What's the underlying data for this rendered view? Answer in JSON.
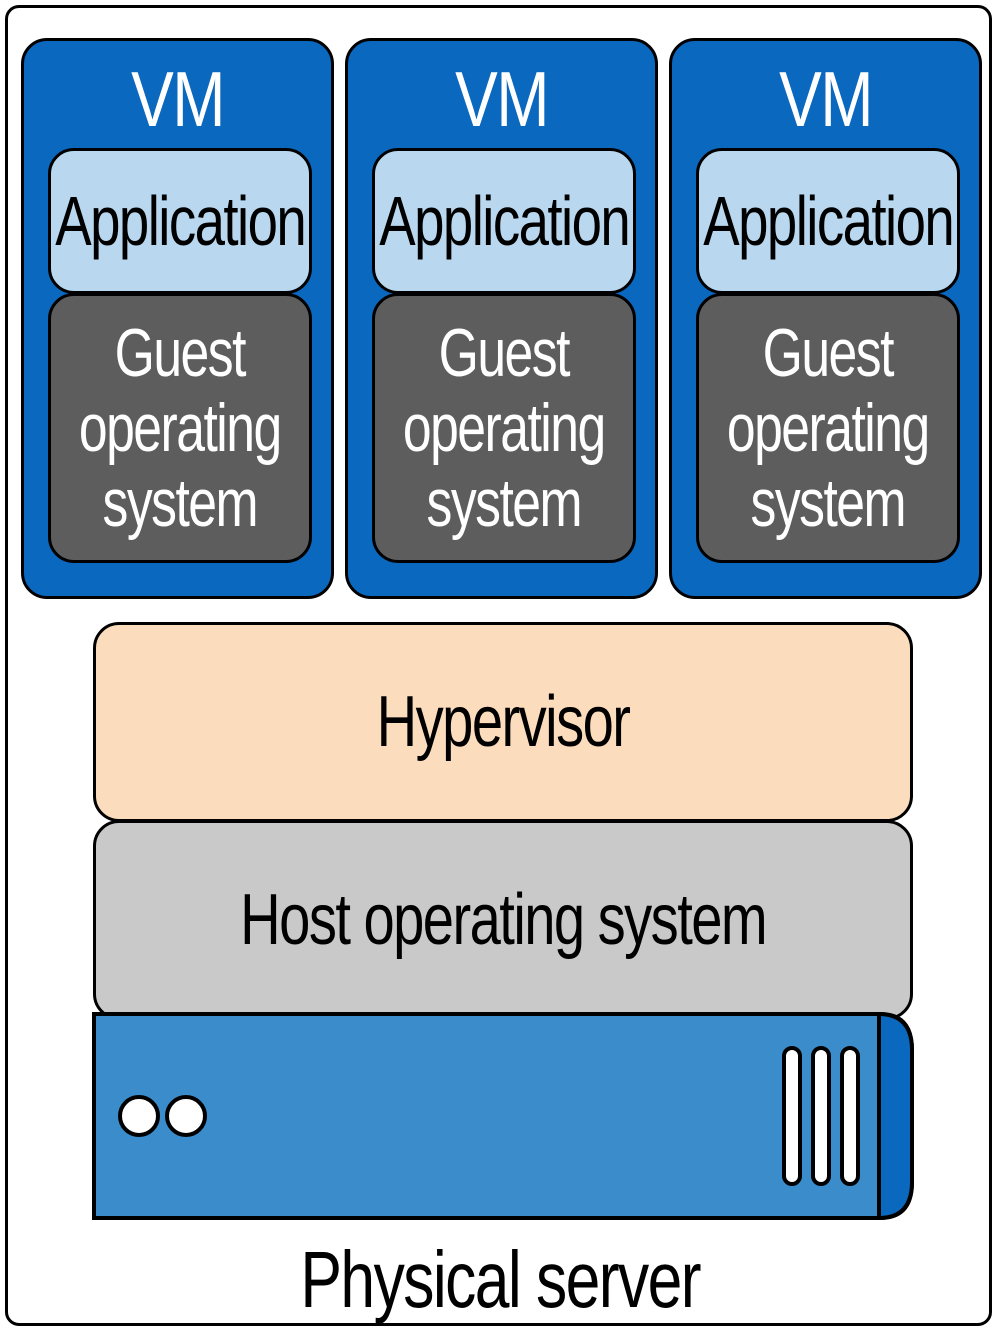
{
  "vms": [
    {
      "title": "VM",
      "application": "Application",
      "guest_os": "Guest\noperating\nsystem"
    },
    {
      "title": "VM",
      "application": "Application",
      "guest_os": "Guest\noperating\nsystem"
    },
    {
      "title": "VM",
      "application": "Application",
      "guest_os": "Guest\noperating\nsystem"
    }
  ],
  "hypervisor": "Hypervisor",
  "host_os": "Host operating system",
  "physical_server": "Physical server",
  "colors": {
    "vm_blue": "#0a68bf",
    "application": "#b9d7ee",
    "guest_os": "#5d5d5d",
    "hypervisor": "#fbdcbd",
    "host_os": "#c9c9c9",
    "server": "#3a8ccb"
  }
}
